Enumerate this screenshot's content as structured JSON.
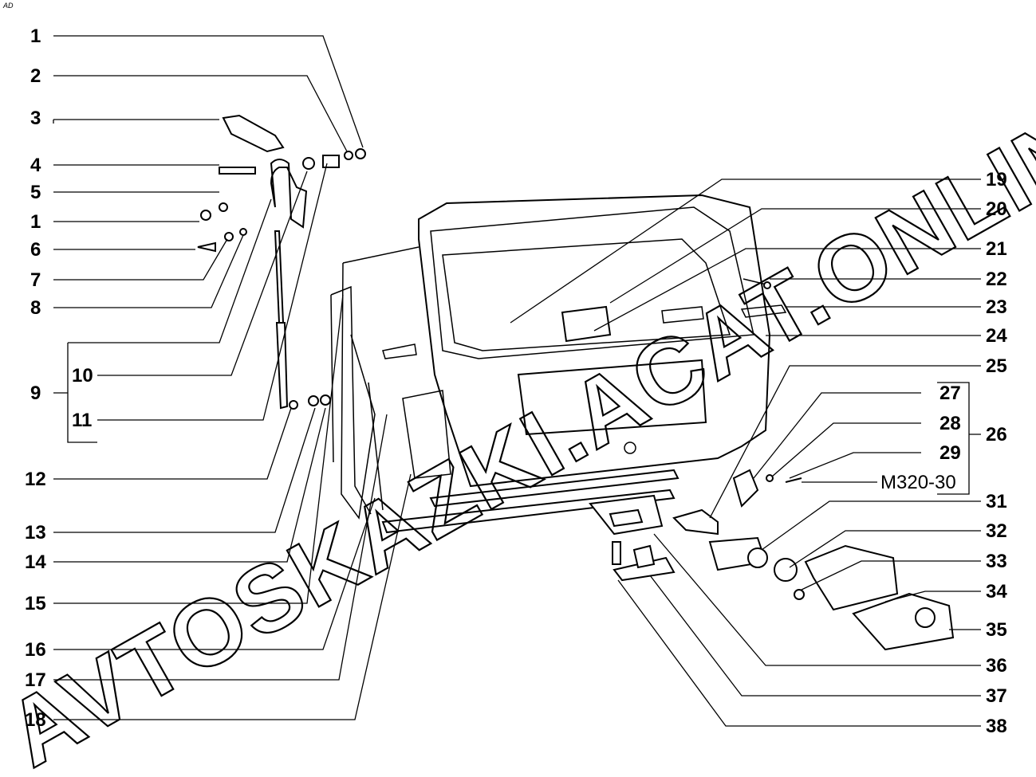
{
  "corner_mark": "AD",
  "watermark": "AVTOSKAZKI.ACAT.ONLINE",
  "labels_left": [
    "1",
    "2",
    "3",
    "4",
    "5",
    "1",
    "6",
    "7",
    "8",
    "9",
    "10",
    "11",
    "12",
    "13",
    "14",
    "15",
    "16",
    "17",
    "18"
  ],
  "labels_right": [
    "19",
    "20",
    "21",
    "22",
    "23",
    "24",
    "25",
    "27",
    "28",
    "26",
    "29",
    "M320-30",
    "31",
    "32",
    "33",
    "34",
    "35",
    "36",
    "37",
    "38"
  ]
}
